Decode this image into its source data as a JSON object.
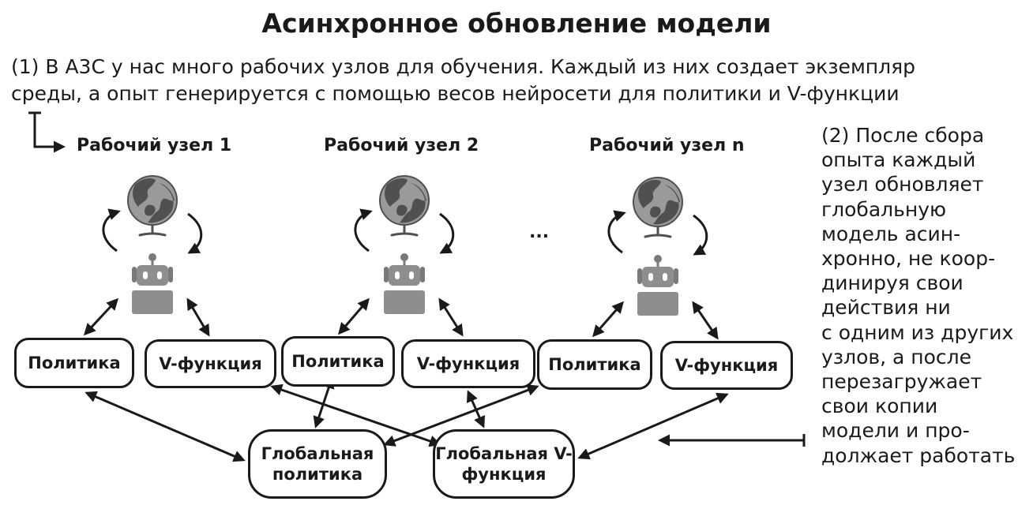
{
  "title": "Асинхронное обновление модели",
  "note1": "(1) В A3C у нас много рабочих узлов для обучения. Каждый из них создает экземпляр среды, а опыт генерируется с помощью весов нейросети для политики и V-функции",
  "note2_lines": [
    "(2) После сбора",
    "опыта каждый",
    "узел обновляет",
    "глобальную",
    "модель асин-",
    "хронно, не коор-",
    "динируя свои",
    "действия ни",
    "с одним из других",
    "узлов, а после",
    "перезагружает",
    "свои копии",
    "модели и про-",
    "должает работать"
  ],
  "workers": [
    {
      "label": "Рабочий узел 1",
      "policy": "Политика",
      "vfunc": "V-функция"
    },
    {
      "label": "Рабочий узел 2",
      "policy": "Политика",
      "vfunc": "V-функция"
    },
    {
      "label": "Рабочий узел n",
      "policy": "Политика",
      "vfunc": "V-функция"
    }
  ],
  "ellipsis": "...",
  "global_policy": "Глобальная политика",
  "global_vfunc": "Глобальная V-функция",
  "icons": [
    "globe-icon",
    "robot-icon",
    "cycle-arrow-icon"
  ],
  "colors": {
    "ink": "#1a1a1a",
    "globe_light": "#9a9a9a",
    "globe_dark": "#505050",
    "robot": "#8e8e8e"
  }
}
